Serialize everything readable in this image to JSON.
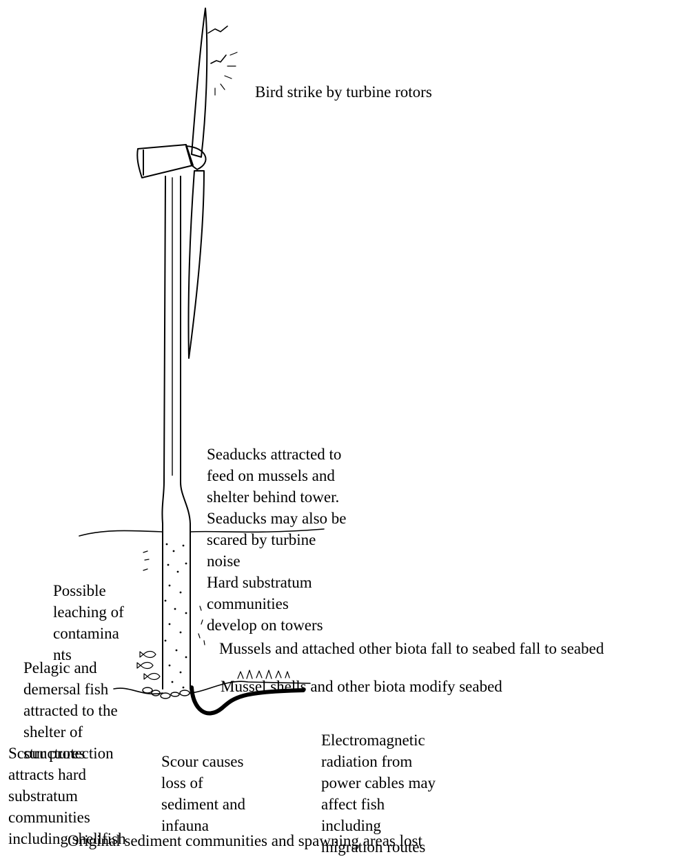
{
  "labels": {
    "bird_strike": "Bird strike by turbine rotors",
    "seaducks": "Seaducks attracted to\nfeed on mussels and\nshelter behind tower.\nSeaducks may also be\nscared by turbine\nnoise",
    "hard_substratum": "Hard substratum\ncommunities\ndevelop on towers",
    "leaching": "Possible\nleaching of\ncontamina\nnts",
    "mussels_fall": "Mussels and attached other biota fall to seabed fall to seabed",
    "pelagic": "Pelagic and\ndemersal fish\nattracted to the\nshelter of\nstructures",
    "mussel_shells": "Mussel shells and other biota modify seabed",
    "electromagnetic": "Electromagnetic\nradiation from\npower cables may\naffect fish\nincluding\nmigration routes",
    "scour_protection": "Scour protection\nattracts hard\nsubstratum\ncommunities\nincluding shellfish",
    "scour_causes": "Scour causes\nloss of\nsediment and\ninfauna",
    "original_sediment": "Original sediment communities and spawning areas lost"
  }
}
